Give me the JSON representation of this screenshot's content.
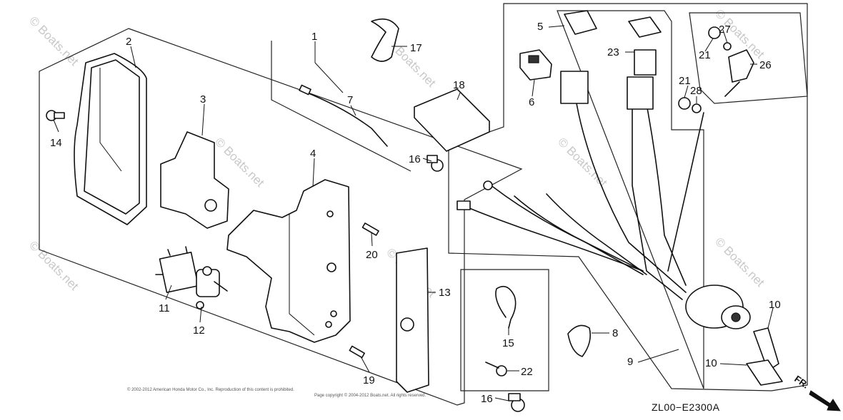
{
  "diagram": {
    "callouts": {
      "c1": "1",
      "c2": "2",
      "c3": "3",
      "c4": "4",
      "c5": "5",
      "c6": "6",
      "c7": "7",
      "c8": "8",
      "c9": "9",
      "c10a": "10",
      "c10b": "10",
      "c11": "11",
      "c12": "12",
      "c13": "13",
      "c14": "14",
      "c15": "15",
      "c16a": "16",
      "c16b": "16",
      "c17": "17",
      "c18": "18",
      "c19": "19",
      "c20": "20",
      "c21a": "21",
      "c21b": "21",
      "c22": "22",
      "c23": "23",
      "c26": "26",
      "c27": "27",
      "c28": "28"
    },
    "diagram_code": "ZL00−E2300A",
    "front_label": "FR.",
    "watermarks": {
      "w1": "© Boats.net",
      "w2": "© Boats.net",
      "w3": "© Boats.net",
      "w4": "© Boats.net",
      "w5": "© Boats.net",
      "w6": "© Boats.net",
      "w7": "© Boats.net",
      "w8": "© Boats.net"
    },
    "copyright_line_1": "© 2002-2012 American Honda Motor Co., Inc. Reproduction of this content is prohibited.",
    "copyright_line_2": "Page copyright © 2004-2012 Boats.net. All rights reserved."
  }
}
